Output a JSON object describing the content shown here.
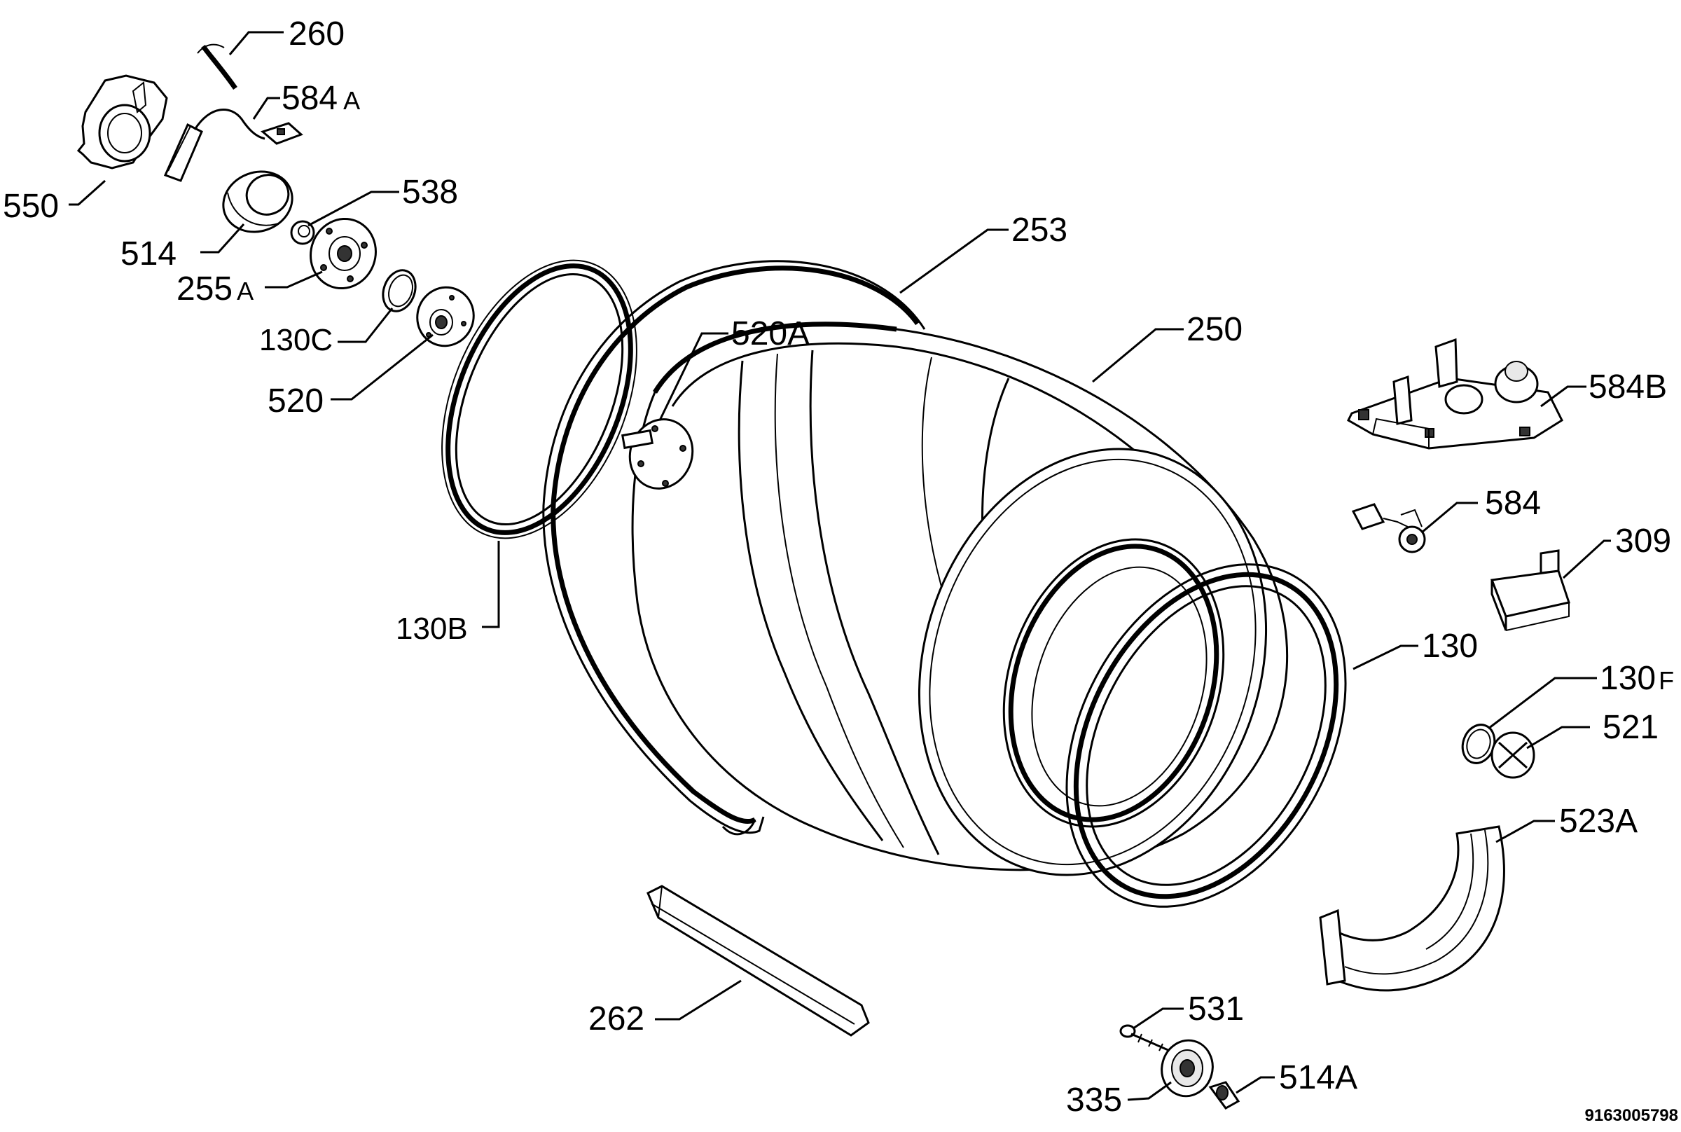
{
  "document_number": "9163005798",
  "callouts": [
    {
      "id": "c260",
      "text": "260"
    },
    {
      "id": "c584a",
      "text": "584",
      "suffix": "A"
    },
    {
      "id": "c550",
      "text": "550"
    },
    {
      "id": "c538",
      "text": "538"
    },
    {
      "id": "c514",
      "text": "514"
    },
    {
      "id": "c255a",
      "text": "255",
      "suffix": "A"
    },
    {
      "id": "c253",
      "text": "253"
    },
    {
      "id": "c130c",
      "text": "130C"
    },
    {
      "id": "c520a",
      "text": "520A"
    },
    {
      "id": "c250",
      "text": "250"
    },
    {
      "id": "c520",
      "text": "520"
    },
    {
      "id": "c584b",
      "text": "584B"
    },
    {
      "id": "c584",
      "text": "584"
    },
    {
      "id": "c309",
      "text": "309"
    },
    {
      "id": "c130b",
      "text": "130B"
    },
    {
      "id": "c130",
      "text": "130"
    },
    {
      "id": "c130f",
      "text": "130",
      "suffix": "F"
    },
    {
      "id": "c521",
      "text": "521"
    },
    {
      "id": "c523a",
      "text": "523A"
    },
    {
      "id": "c531",
      "text": "531"
    },
    {
      "id": "c262",
      "text": "262"
    },
    {
      "id": "c335",
      "text": "335"
    },
    {
      "id": "c514a",
      "text": "514A"
    }
  ]
}
